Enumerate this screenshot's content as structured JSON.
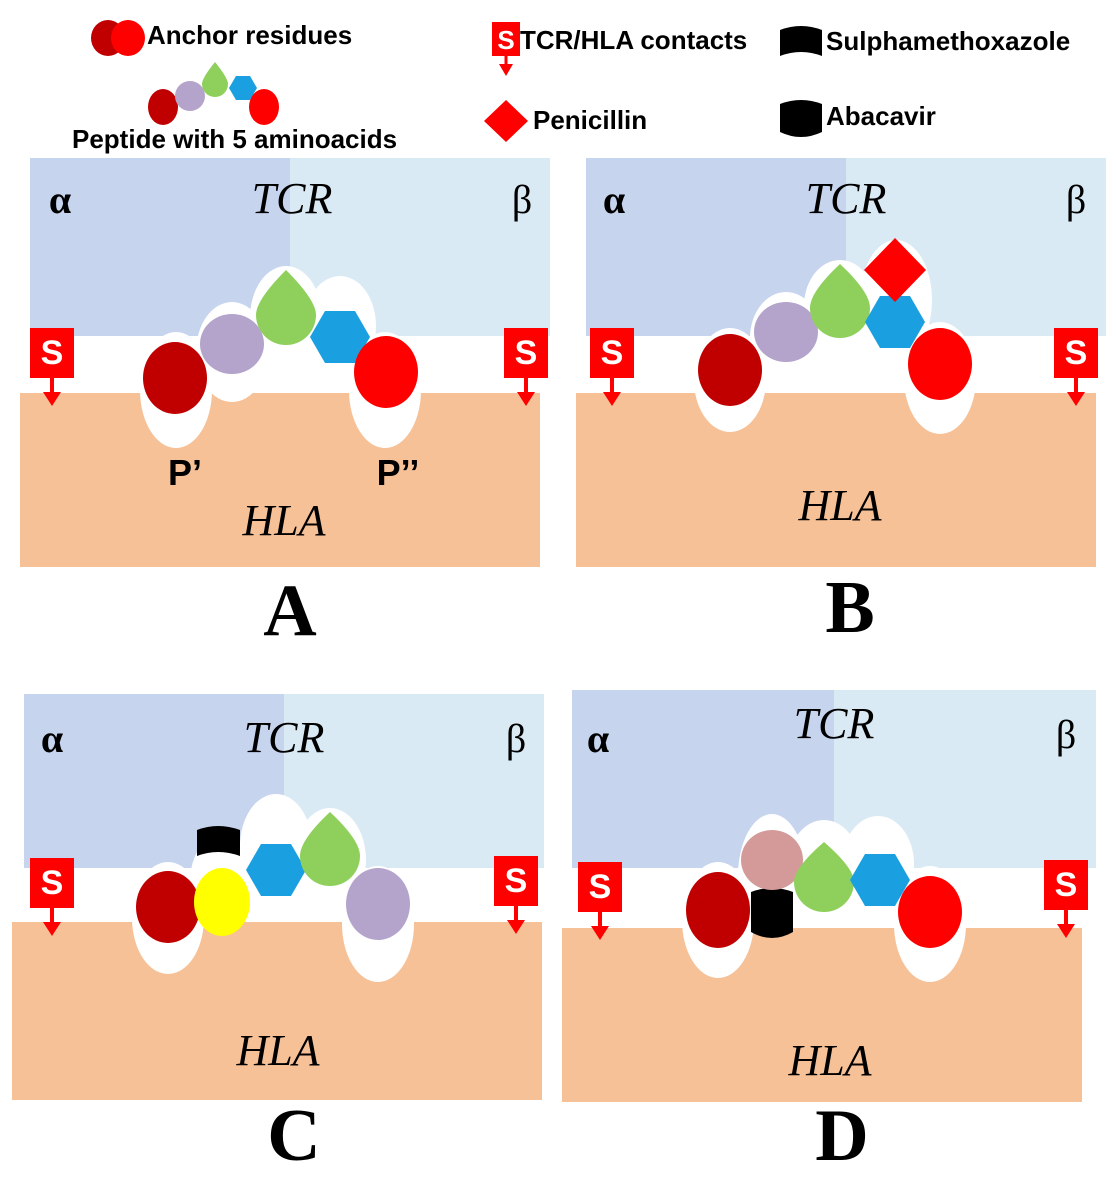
{
  "legend": {
    "anchor_residues": "Anchor residues",
    "peptide": "Peptide with 5 aminoacids",
    "contacts": "TCR/HLA contacts",
    "contact_symbol": "S",
    "penicillin": "Penicillin",
    "sulphamethoxazole": "Sulphamethoxazole",
    "abacavir": "Abacavir"
  },
  "common": {
    "tcr": "TCR",
    "hla": "HLA",
    "alpha": "α",
    "beta": "β",
    "contact_symbol": "S"
  },
  "panels": [
    {
      "letter": "A",
      "pocket_left": "P’",
      "pocket_right": "P’’"
    },
    {
      "letter": "B"
    },
    {
      "letter": "C"
    },
    {
      "letter": "D"
    }
  ],
  "colors": {
    "tcr_alpha": "#c6d4ee",
    "tcr_beta": "#daeaf4",
    "hla": "#f7c197",
    "dark_red": "#c00000",
    "red": "#ff0000",
    "lavender": "#b4a4cc",
    "green": "#8fd05c",
    "blue": "#1aa0e0",
    "yellow": "#ffff00",
    "pink": "#d49a9a",
    "black": "#000000",
    "contact_red": "#ff0000"
  }
}
